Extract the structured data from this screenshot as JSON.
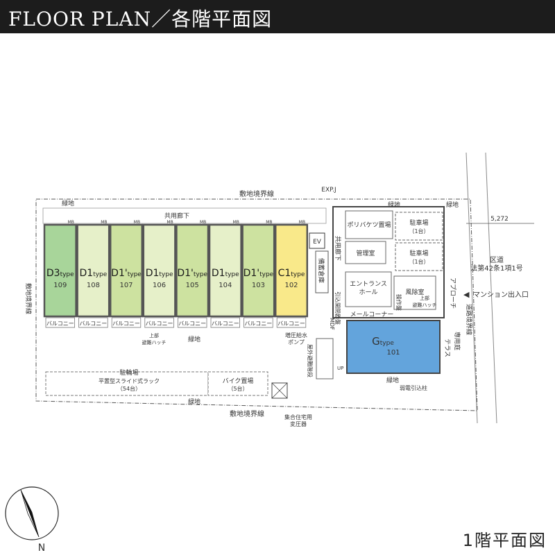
{
  "header": {
    "title": "FLOOR PLAN／各階平面図"
  },
  "site": {
    "boundary_top": "敷地境界線",
    "boundary_bottom": "敷地境界線",
    "boundary_left": "敷地境界線",
    "road_boundary": "道路境界線",
    "green_top": "緑地",
    "green_top_right": "緑地",
    "green_top_far_right": "緑地",
    "green_middle": "緑地",
    "green_bottom": "緑地",
    "green_g": "緑地",
    "corridor": "共用廊下",
    "exp_joint": "EXP.J",
    "road": "区道",
    "road_law": "法第42条1項1号",
    "road_width": "5,272",
    "entrance": "マンション出入口",
    "approach": "アプローチ"
  },
  "units": [
    {
      "type": "D3",
      "type_suffix": "type",
      "number": "109",
      "balcony": "バルコニー",
      "color": "#a8d59a"
    },
    {
      "type": "D1",
      "type_suffix": "type",
      "number": "108",
      "balcony": "バルコニー",
      "color": "#e6f0c9"
    },
    {
      "type": "D1'",
      "type_suffix": "type",
      "number": "107",
      "balcony": "バルコニー",
      "color": "#cde2a0"
    },
    {
      "type": "D1",
      "type_suffix": "type",
      "number": "106",
      "balcony": "バルコニー",
      "color": "#e6f0c9"
    },
    {
      "type": "D1'",
      "type_suffix": "type",
      "number": "105",
      "balcony": "バルコニー",
      "color": "#cde2a0"
    },
    {
      "type": "D1",
      "type_suffix": "type",
      "number": "104",
      "balcony": "バルコニー",
      "color": "#e6f0c9"
    },
    {
      "type": "D1'",
      "type_suffix": "type",
      "number": "103",
      "balcony": "バルコニー",
      "color": "#cde2a0"
    },
    {
      "type": "C1",
      "type_suffix": "type",
      "number": "102",
      "balcony": "バルコニー",
      "color": "#f9e98a"
    }
  ],
  "unit_g": {
    "type": "G",
    "type_suffix": "type",
    "number": "101",
    "color": "#63a4dc"
  },
  "rooms": {
    "poly": "ポリバケツ置場",
    "parking1": "駐車場",
    "parking1_count": "（1台）",
    "parking2": "駐車場",
    "parking2_count": "（1台）",
    "management": "管理室",
    "entrance_hall_1": "エントランス",
    "entrance_hall_2": "ホール",
    "windbreak": "風除室",
    "mail": "メールコーナー",
    "ev": "EV",
    "storage": "備蓄倉庫",
    "shared_corridor_v": "共用廊下",
    "pipe_space": "引込開閉器盤",
    "mdf": "MDF",
    "ops_panel": "操作盤",
    "upper_hatch_right": "上部",
    "upper_hatch_right_2": "避難ハッチ",
    "terrace": "テラス",
    "private_garden": "専用庭",
    "pump_1": "増圧給水",
    "pump_2": "ポンプ",
    "outdoor_stairs": "屋外避難階段",
    "up": "UP",
    "power_pole": "弱電引込柱",
    "upper_hatch_left": "上部",
    "upper_hatch_left_2": "避難ハッチ",
    "bicycle": "駐輪場",
    "bicycle_rack": "平置型スライド式ラック",
    "bicycle_count": "（54台）",
    "bike": "バイク置場",
    "bike_count": "（5台）",
    "transformer_1": "集合住宅用",
    "transformer_2": "変圧器",
    "mb": "MB"
  },
  "north_label": "N",
  "floor_label": "1階平面図"
}
